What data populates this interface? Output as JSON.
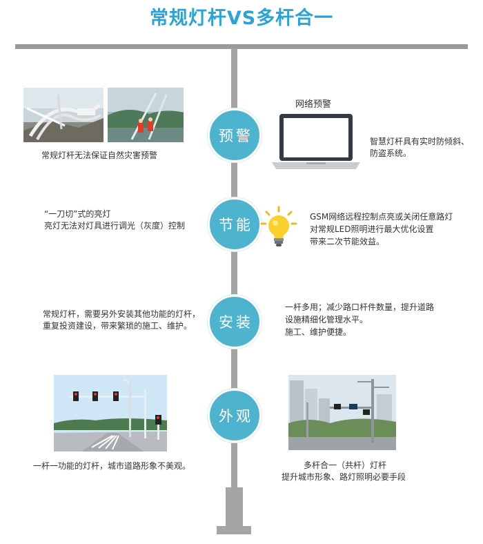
{
  "title": "常规灯杆VS多杆合一",
  "nodes": {
    "warning": "预警",
    "energy": "节能",
    "install": "安装",
    "appearance": "外观"
  },
  "warning": {
    "left_caption": "常规灯杆无法保证自然灾害预警",
    "laptop_label": "网络预警",
    "right_line1": "智慧灯杆具有实时防倾斜、",
    "right_line2": "防盗系统。"
  },
  "energy": {
    "left_line1": "“一刀切”式的亮灯",
    "left_line2": "亮灯无法对灯具进行调光（灰度）控制",
    "right_line1": "GSM网络远程控制点亮或关闭任意路灯",
    "right_line2": "对常规LED照明进行最大优化设置",
    "right_line3": "带来二次节能效益。"
  },
  "install": {
    "left_line1": "常规灯杆，需要另外安装其他功能的灯杆，",
    "left_line2": "重复投资建设，带来繁琐的施工、维护。",
    "right_line1": "一杆多用；减少路口杆件数量，提升道路",
    "right_line2": "设施精细化管理水平。",
    "right_line3": "施工、维护便捷。"
  },
  "appearance": {
    "left_caption": "一杆一功能的灯杆，城市道路形象不美观。",
    "right_line1": "多杆合一（共杆）灯杆",
    "right_line2": "提升城市形象、路灯照明必要手段"
  },
  "colors": {
    "accent": "#2aa3d6",
    "node": "#4db3cf",
    "pole": "#a4a4a4"
  }
}
